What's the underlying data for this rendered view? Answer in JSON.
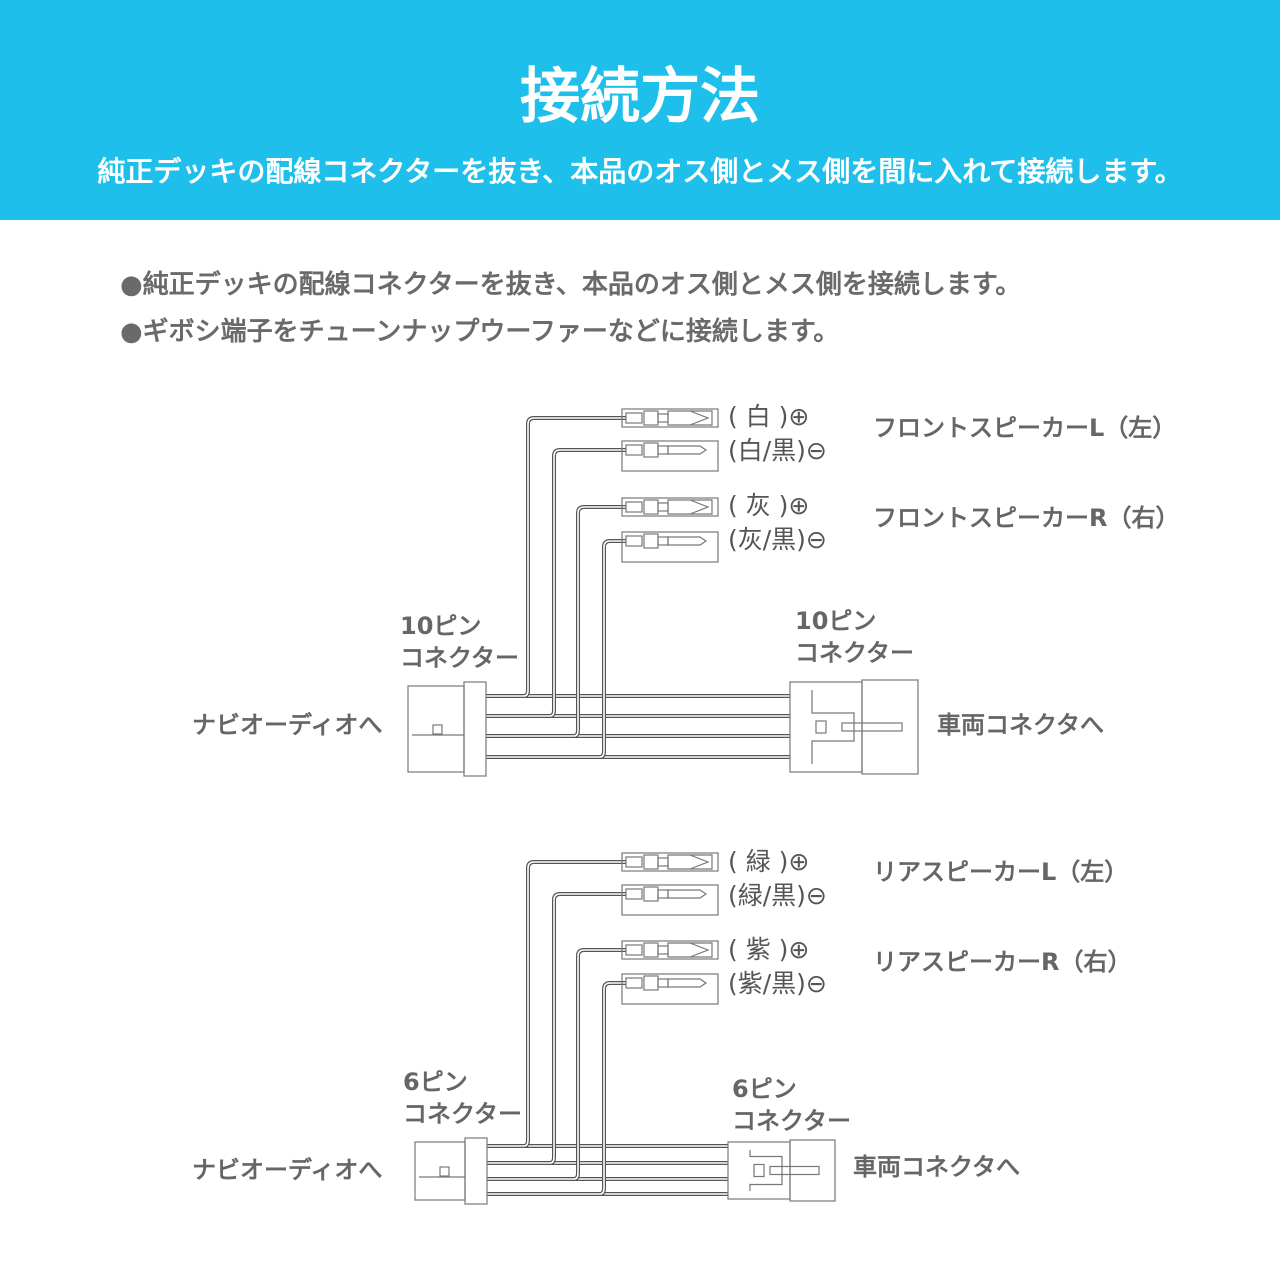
{
  "header": {
    "title": "接続方法",
    "subtitle": "純正デッキの配線コネクターを抜き、本品のオス側とメス側を間に入れて接続します。"
  },
  "bullets": [
    "●純正デッキの配線コネクターを抜き、本品のオス側とメス側を接続します。",
    "●ギボシ端子をチューンナップウーファーなどに接続します。"
  ],
  "diagrams": [
    {
      "left_connector": [
        "10ピン",
        "コネクター"
      ],
      "right_connector": [
        "10ピン",
        "コネクター"
      ],
      "left_dest": "ナビオーディオへ",
      "right_dest": "車両コネクタへ",
      "wires": [
        "(  白  )⊕",
        "(白/黒)⊖",
        "(  灰  )⊕",
        "(灰/黒)⊖"
      ],
      "speakers": [
        "フロントスピーカーL（左）",
        "フロントスピーカーR（右）"
      ]
    },
    {
      "left_connector": [
        "6ピン",
        "コネクター"
      ],
      "right_connector": [
        "6ピン",
        "コネクター"
      ],
      "left_dest": "ナビオーディオへ",
      "right_dest": "車両コネクタへ",
      "wires": [
        "(  緑  )⊕",
        "(緑/黒)⊖",
        "(  紫  )⊕",
        "(紫/黒)⊖"
      ],
      "speakers": [
        "リアスピーカーL（左）",
        "リアスピーカーR（右）"
      ]
    }
  ]
}
